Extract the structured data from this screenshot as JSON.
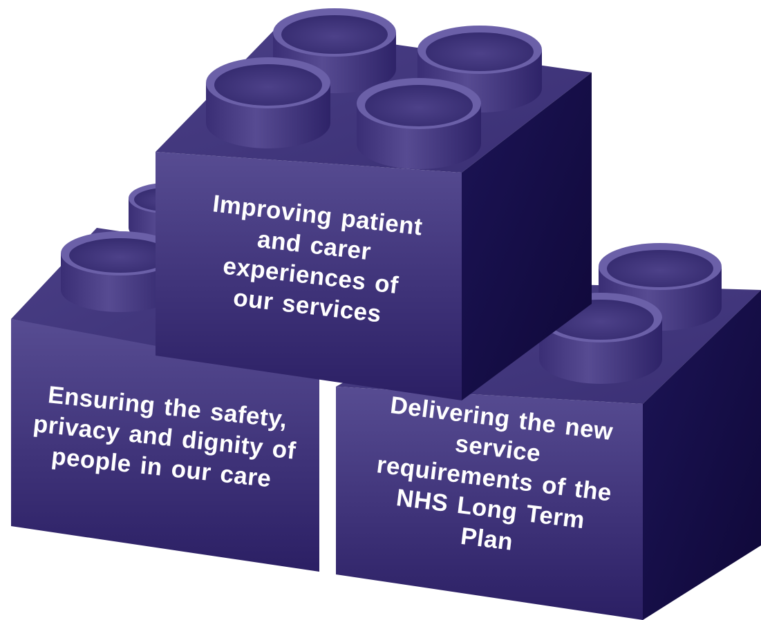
{
  "bricks": {
    "top": {
      "label": "Improving patient\nand carer\nexperiences of\nour services"
    },
    "left": {
      "label": "Ensuring the safety,\nprivacy and dignity of\npeople in our care"
    },
    "right": {
      "label": "Delivering the new\nservice\nrequirements of the\nNHS Long Term\nPlan"
    }
  },
  "colors": {
    "front_face_top": "#574c92",
    "front_face_bottom": "#2b1f64",
    "side_face": "#140c48",
    "stud_top": "#5a4e96",
    "stud_rim": "#6b60a8",
    "stud_inner": "#3c3078"
  }
}
